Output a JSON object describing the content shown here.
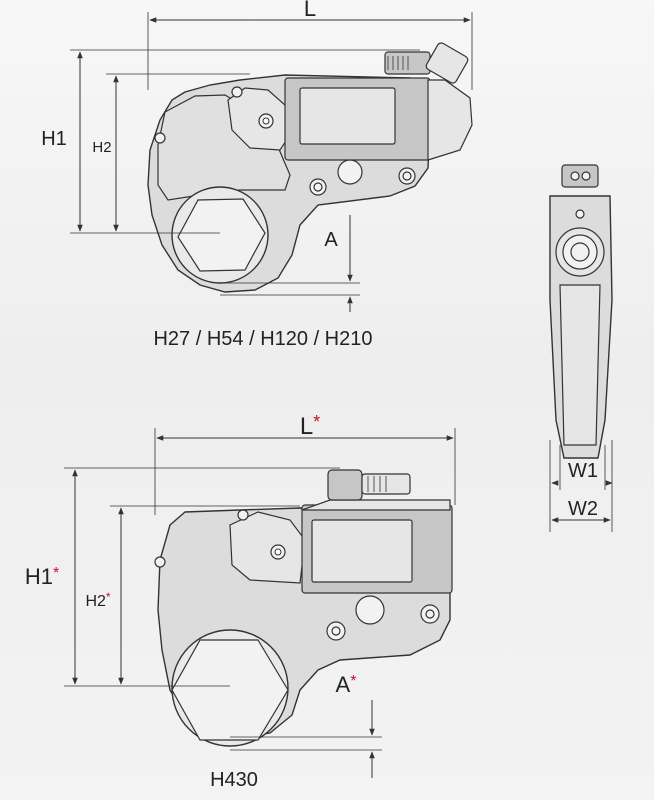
{
  "top_view": {
    "dim_L": "L",
    "dim_H1": "H1",
    "dim_H2": "H2",
    "dim_A": "A",
    "caption": "H27 / H54 / H120 / H210"
  },
  "side_view": {
    "dim_W1": "W1",
    "dim_W2": "W2"
  },
  "bottom_view": {
    "dim_L": "L",
    "dim_H1": "H1",
    "dim_H2": "H2",
    "dim_A": "A",
    "asterisk": "*",
    "caption": "H430"
  },
  "colors": {
    "asterisk": "#c8102e",
    "line": "#333333"
  }
}
